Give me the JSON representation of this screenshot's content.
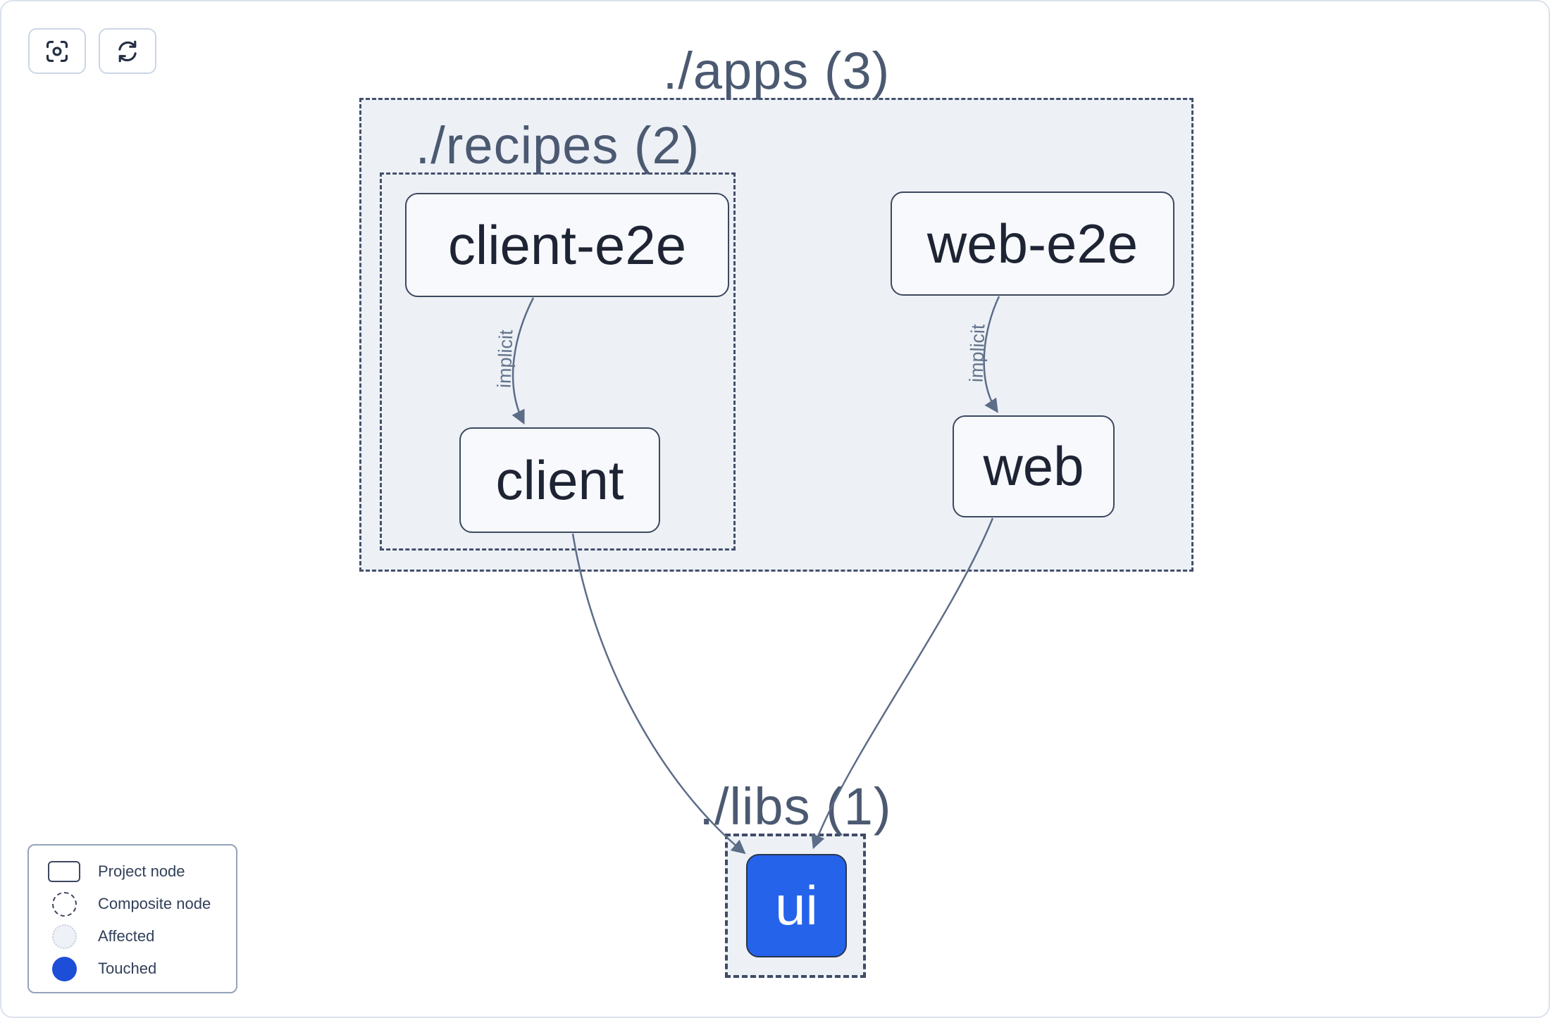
{
  "toolbar": {
    "buttons": [
      {
        "id": "focus",
        "icon": "focus-icon"
      },
      {
        "id": "refresh",
        "icon": "refresh-icon"
      }
    ]
  },
  "graph": {
    "groups": [
      {
        "id": "apps",
        "label": "./apps (3)"
      },
      {
        "id": "recipes",
        "label": "./recipes (2)"
      },
      {
        "id": "libs",
        "label": "./libs (1)"
      }
    ],
    "nodes": [
      {
        "id": "client-e2e",
        "label": "client-e2e",
        "state": "default"
      },
      {
        "id": "web-e2e",
        "label": "web-e2e",
        "state": "default"
      },
      {
        "id": "client",
        "label": "client",
        "state": "default"
      },
      {
        "id": "web",
        "label": "web",
        "state": "default"
      },
      {
        "id": "ui",
        "label": "ui",
        "state": "touched"
      }
    ],
    "edges": [
      {
        "from": "client-e2e",
        "to": "client",
        "label": "implicit"
      },
      {
        "from": "web-e2e",
        "to": "web",
        "label": "implicit"
      },
      {
        "from": "client",
        "to": "ui",
        "label": ""
      },
      {
        "from": "web",
        "to": "ui",
        "label": ""
      }
    ]
  },
  "legend": {
    "items": [
      {
        "label": "Project node",
        "swatch": "project-node-swatch"
      },
      {
        "label": "Composite node",
        "swatch": "composite-node-swatch"
      },
      {
        "label": "Affected",
        "swatch": "affected-swatch"
      },
      {
        "label": "Touched",
        "swatch": "touched-swatch"
      }
    ]
  },
  "colors": {
    "touched_node_fill": "#2563eb",
    "legend_touched_fill": "#1d4ed8",
    "edge_stroke": "#5c6d87",
    "dashed_border": "#44506a",
    "group_fill": "#edf1f6",
    "node_fill": "#f7f9fc",
    "node_border": "#3c485f",
    "node_text": "#1e2433",
    "group_label_text": "#4b5971"
  }
}
